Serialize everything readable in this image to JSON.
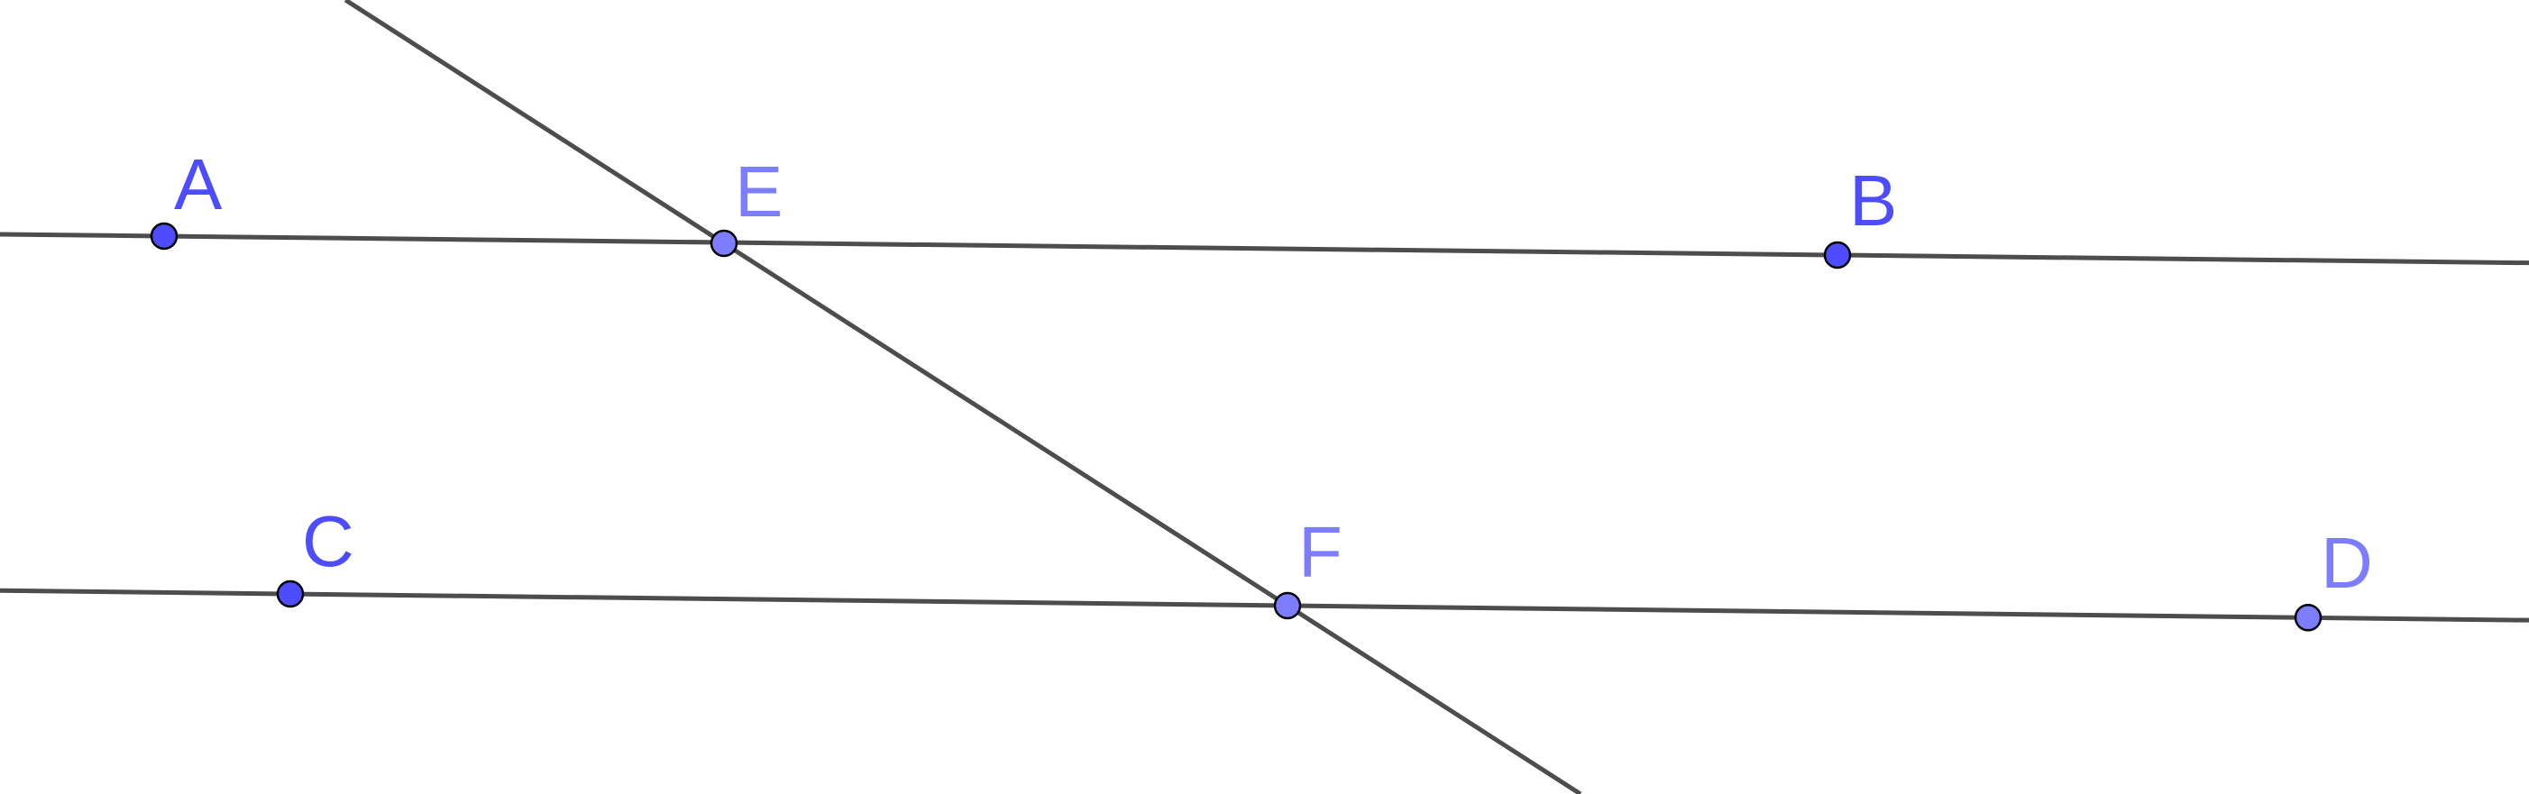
{
  "colors": {
    "line": "#4d4d4d",
    "free_point": "#4d4dff",
    "dependent_point": "#7d7dff",
    "point_outline": "#000000",
    "background": "#ffffff"
  },
  "points": [
    {
      "id": "A",
      "label": "A",
      "kind": "free"
    },
    {
      "id": "B",
      "label": "B",
      "kind": "free"
    },
    {
      "id": "C",
      "label": "C",
      "kind": "free"
    },
    {
      "id": "D",
      "label": "D",
      "kind": "dependent"
    },
    {
      "id": "E",
      "label": "E",
      "kind": "dependent"
    },
    {
      "id": "F",
      "label": "F",
      "kind": "dependent"
    }
  ],
  "lines": [
    {
      "id": "AB",
      "through": [
        "A",
        "B"
      ]
    },
    {
      "id": "CD",
      "through": [
        "C",
        "D"
      ]
    },
    {
      "id": "EF",
      "through": [
        "E",
        "F"
      ]
    }
  ]
}
